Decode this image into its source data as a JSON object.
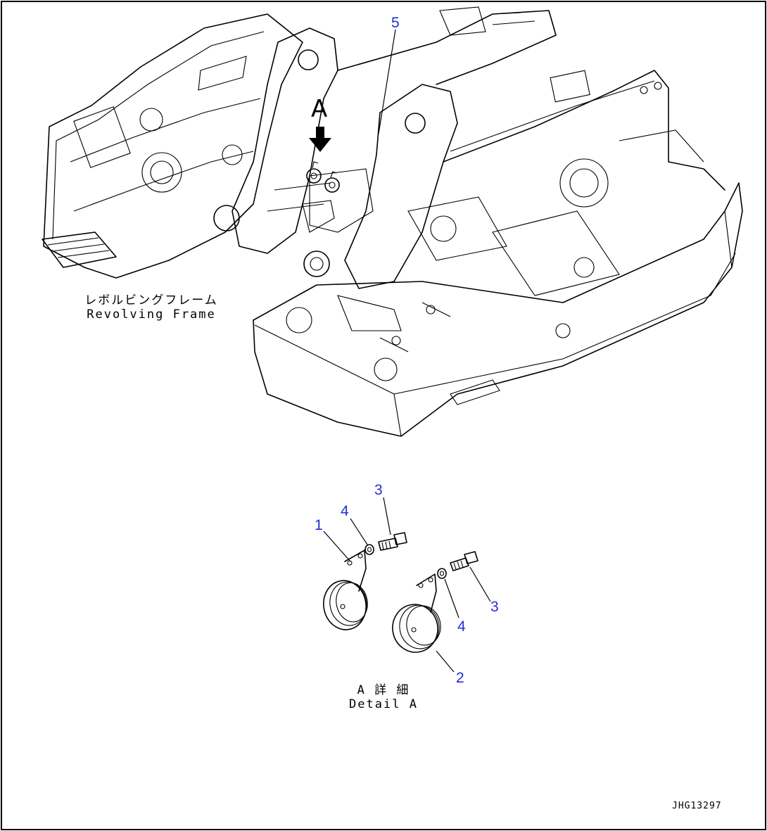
{
  "labels": {
    "revolving_frame_jp": "レボルビングフレーム",
    "revolving_frame_en": "Revolving Frame",
    "detail_jp": "A 詳 細",
    "detail_en": "Detail A",
    "view_letter": "A",
    "drawing_number": "JHG13297"
  },
  "callouts": {
    "part_1": "1",
    "part_2": "2",
    "part_3_upper": "3",
    "part_3_right": "3",
    "part_4_upper": "4",
    "part_4_lower": "4",
    "part_5": "5"
  },
  "colors": {
    "callout": "#1f2fd6",
    "line": "#000000",
    "background": "#ffffff"
  }
}
